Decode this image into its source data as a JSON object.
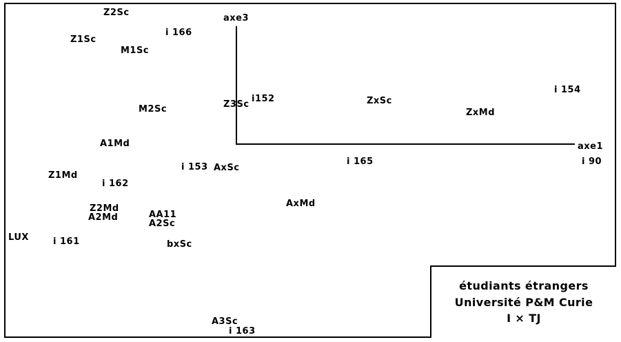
{
  "axes": {
    "horizontal": "axe1",
    "vertical": "axe3"
  },
  "points": {
    "Z2Sc": "Z2Sc",
    "i166": "i 166",
    "Z1Sc": "Z1Sc",
    "M1Sc": "M1Sc",
    "i154": "i 154",
    "M2Sc": "M2Sc",
    "Z3Sc": "Z3Sc",
    "i152": "i152",
    "ZxSc": "ZxSc",
    "ZxMd": "ZxMd",
    "A1Md": "A1Md",
    "i165": "i 165",
    "i90": "i 90",
    "i153": "i 153",
    "AxSc": "AxSc",
    "Z1Md": "Z1Md",
    "i162": "i 162",
    "AxMd": "AxMd",
    "Z2Md": "Z2Md",
    "A2Md": "A2Md",
    "AA11": "AA11",
    "A2Sc": "A2Sc",
    "LUX": "LUX",
    "i161": "i 161",
    "bxSc": "bxSc",
    "A3Sc": "A3Sc",
    "i163": "i 163"
  },
  "legend": {
    "line1": "étudiants étrangers",
    "line2": "Université P&M Curie",
    "line3": "I × TJ"
  }
}
